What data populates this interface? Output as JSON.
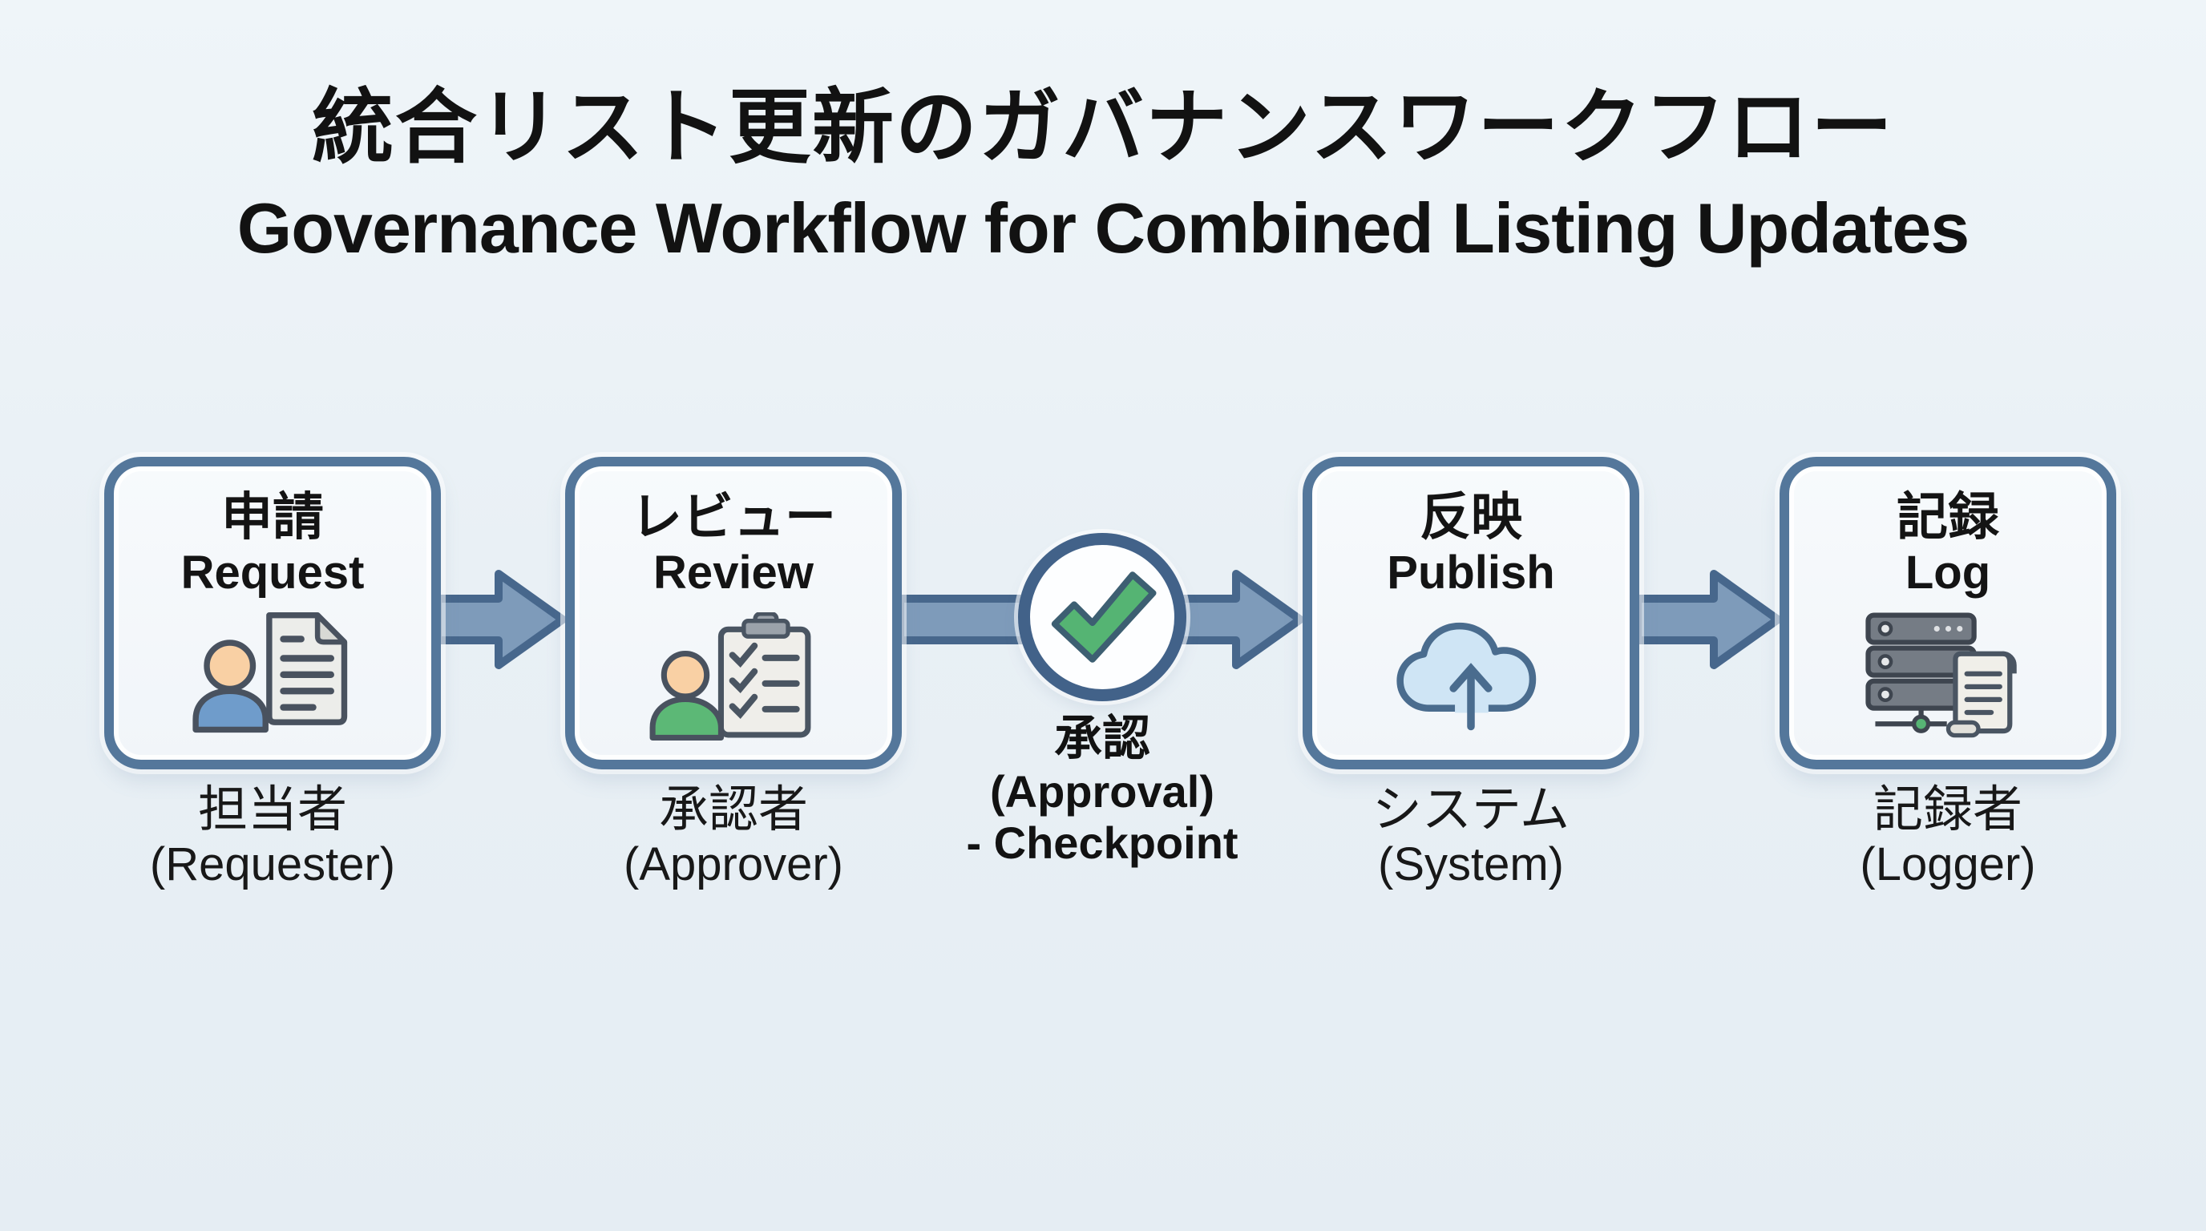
{
  "title": {
    "jp": "統合リスト更新のガバナンスワークフロー",
    "en": "Governance Workflow for Combined Listing Updates"
  },
  "nodes": [
    {
      "id": "request",
      "title_jp": "申請",
      "title_en": "Request",
      "actor_jp": "担当者",
      "actor_en": "(Requester)",
      "icon": "person-document-icon"
    },
    {
      "id": "review",
      "title_jp": "レビュー",
      "title_en": "Review",
      "actor_jp": "承認者",
      "actor_en": "(Approver)",
      "icon": "person-checklist-icon"
    },
    {
      "id": "publish",
      "title_jp": "反映",
      "title_en": "Publish",
      "actor_jp": "システム",
      "actor_en": "(System)",
      "icon": "cloud-upload-icon"
    },
    {
      "id": "log",
      "title_jp": "記録",
      "title_en": "Log",
      "actor_jp": "記録者",
      "actor_en": "(Logger)",
      "icon": "server-scroll-icon"
    }
  ],
  "checkpoint": {
    "label_jp": "承認",
    "label_en": "(Approval)",
    "label_sub": "- Checkpoint",
    "icon": "checkmark-icon"
  },
  "colors": {
    "background": "#e9f0f5",
    "box_border": "#54779b",
    "box_fill": "#f3f6fa",
    "arrow_fill": "#7e9bba",
    "arrow_stroke": "#47678c",
    "check_green": "#55b473",
    "person_blue": "#6f9ccb",
    "person_green": "#5cb876",
    "skin": "#f9d0a4",
    "cloud_blue": "#cfe5f5",
    "server_gray": "#757c85",
    "text": "#121212"
  }
}
